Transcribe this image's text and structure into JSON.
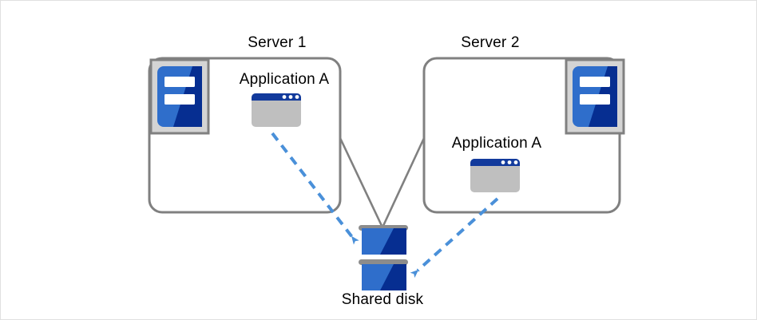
{
  "diagram": {
    "type": "shared-disk-cluster",
    "background_color": "#ffffff",
    "border_color": "#e0e0e0",
    "servers": [
      {
        "id": "server1",
        "title": "Server 1",
        "app_label": "Application A",
        "icon_name": "server-icon",
        "app_icon_name": "application-window-icon",
        "icon_position": "top-left",
        "app_position": "top-center"
      },
      {
        "id": "server2",
        "title": "Server 2",
        "app_label": "Application A",
        "icon_name": "server-icon",
        "app_icon_name": "application-window-icon",
        "icon_position": "top-right",
        "app_position": "bottom-left"
      }
    ],
    "storage": {
      "id": "shared-disk",
      "label": "Shared disk",
      "icon_name": "disk-stack-icon",
      "block_count": 2
    },
    "connections": [
      {
        "name": "server1-to-disk",
        "style": "solid",
        "color": "#808080",
        "arrow": false
      },
      {
        "name": "server2-to-disk",
        "style": "solid",
        "color": "#808080",
        "arrow": false
      },
      {
        "name": "app1-to-disk",
        "style": "dashed",
        "color": "#4a90d9",
        "arrow": true
      },
      {
        "name": "app2-to-disk",
        "style": "dashed",
        "color": "#4a90d9",
        "arrow": true
      }
    ],
    "colors": {
      "box_border": "#808080",
      "icon_frame": "#d4d4d4",
      "icon_frame_border": "#808080",
      "blue_light": "#2f6ecb",
      "blue_dark": "#062e91",
      "window_title": "#123a9c",
      "window_body": "#bfbfbf",
      "disk_bar": "#8c8c8c",
      "dashed_arrow": "#4a90d9",
      "text": "#000000"
    }
  }
}
